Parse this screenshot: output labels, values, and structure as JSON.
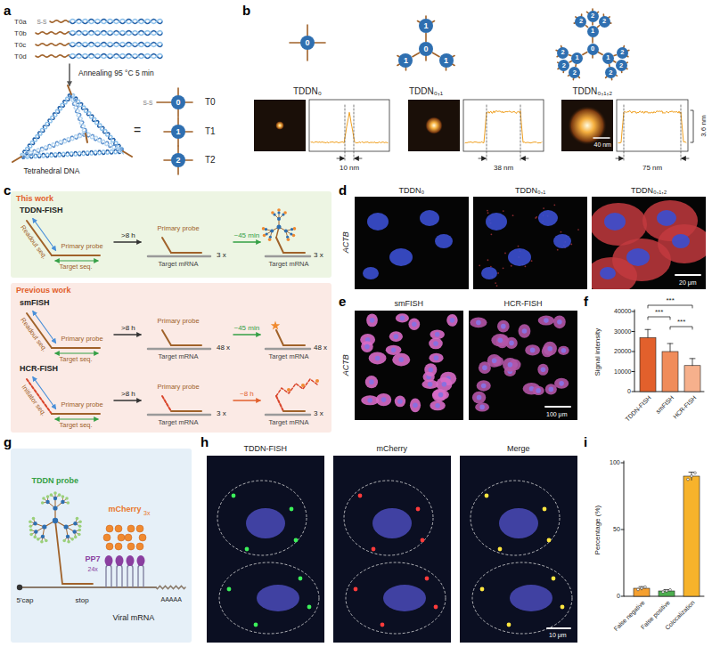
{
  "diagram": {
    "nodes": [
      {
        "text": [
          "0"
        ]
      },
      {
        "text": [
          "1"
        ]
      },
      {
        "text": [
          "2"
        ]
      },
      {
        "text": [
          "0"
        ]
      },
      {
        "text": [
          "0"
        ]
      },
      {
        "text": [
          "1"
        ]
      },
      {
        "text": [
          "1"
        ]
      },
      {
        "text": [
          "1"
        ]
      },
      {
        "text": [
          "0"
        ]
      },
      {
        "text": [
          "1"
        ]
      },
      {
        "text": [
          "1"
        ]
      },
      {
        "text": [
          "1"
        ]
      },
      {
        "text": [
          "2"
        ]
      },
      {
        "text": [
          "2"
        ]
      },
      {
        "text": [
          "2"
        ]
      },
      {
        "text": [
          "2"
        ]
      },
      {
        "text": [
          "2"
        ]
      },
      {
        "text": [
          "2"
        ]
      },
      {
        "text": [
          "2"
        ]
      },
      {
        "text": [
          "2"
        ]
      },
      {
        "text": [
          "2"
        ]
      },
      {
        "text": [
          "This work",
          "TDDN-FISH",
          "Readout seq.",
          "Primary probe",
          "Target seq.",
          ">8 h",
          "Primary probe",
          "Target mRNA",
          "3 x",
          "~45 min",
          "Target mRNA",
          "3 x"
        ]
      },
      {
        "text": [
          "Previous work",
          "smFISH",
          "Readout seq.",
          "Primary probe",
          "Target seq.",
          ">8 h",
          "Primary probe",
          "Target mRNA",
          "48 x",
          "~45 min",
          "Target mRNA",
          "48 x",
          "HCR-FISH",
          "Initiator seq.",
          "Primary probe",
          "Target seq.",
          ">8 h",
          "Primary probe",
          "Target mRNA",
          "3 x",
          "~8 h",
          "Target mRNA",
          "3 x"
        ]
      },
      {
        "text": [
          "TDDN probe",
          "mCherry",
          "3x",
          "PP7",
          "24x",
          "5'cap",
          "stop",
          "AAAAA",
          "Viral mRNA"
        ]
      }
    ],
    "edges": [
      {
        "from": 4,
        "to": 5,
        "arrow": "none"
      },
      {
        "from": 4,
        "to": 6,
        "arrow": "none"
      },
      {
        "from": 4,
        "to": 7,
        "arrow": "none"
      },
      {
        "from": 8,
        "to": 9,
        "arrow": "none"
      },
      {
        "from": 8,
        "to": 10,
        "arrow": "none"
      },
      {
        "from": 8,
        "to": 11,
        "arrow": "none"
      },
      {
        "from": 9,
        "to": 12,
        "arrow": "none"
      },
      {
        "from": 9,
        "to": 13,
        "arrow": "none"
      },
      {
        "from": 9,
        "to": 14,
        "arrow": "none"
      },
      {
        "from": 10,
        "to": 15,
        "arrow": "none"
      },
      {
        "from": 10,
        "to": 16,
        "arrow": "none"
      },
      {
        "from": 10,
        "to": 17,
        "arrow": "none"
      },
      {
        "from": 11,
        "to": 18,
        "arrow": "none"
      },
      {
        "from": 11,
        "to": 19,
        "arrow": "none"
      },
      {
        "from": 11,
        "to": 20,
        "arrow": "none"
      }
    ],
    "labels": [
      "a",
      "T0a",
      "S-S",
      "T0b",
      "T0c",
      "T0d",
      "Annealing 95 °C 5 min",
      "Tetrahedral DNA",
      "=",
      "S-S",
      "T0",
      "T1",
      "T2",
      "b",
      "TDDN₀",
      "TDDN₀,₁",
      "TDDN₀,₁,₂",
      "10 nm",
      "38 nm",
      "40 nm",
      "75 nm",
      "3.6 nm",
      "c",
      "d",
      "TDDN₀",
      "TDDN₀,₁",
      "TDDN₀,₁,₂",
      "ACTB",
      "20 μm",
      "e",
      "smFISH",
      "HCR-FISH",
      "ACTB",
      "100 μm",
      "f",
      "Signal intensity",
      "40000",
      "30000",
      "20000",
      "10000",
      "0",
      "***",
      "***",
      "***",
      "TDDN-FISH",
      "smFISH",
      "HCR-FISH",
      "g",
      "h",
      "TDDN-FISH",
      "mCherry",
      "Merge",
      "10 μm",
      "i",
      "Percentage (%)",
      "100",
      "50",
      "0",
      "False negative",
      "False positive",
      "Colocalization"
    ]
  }
}
